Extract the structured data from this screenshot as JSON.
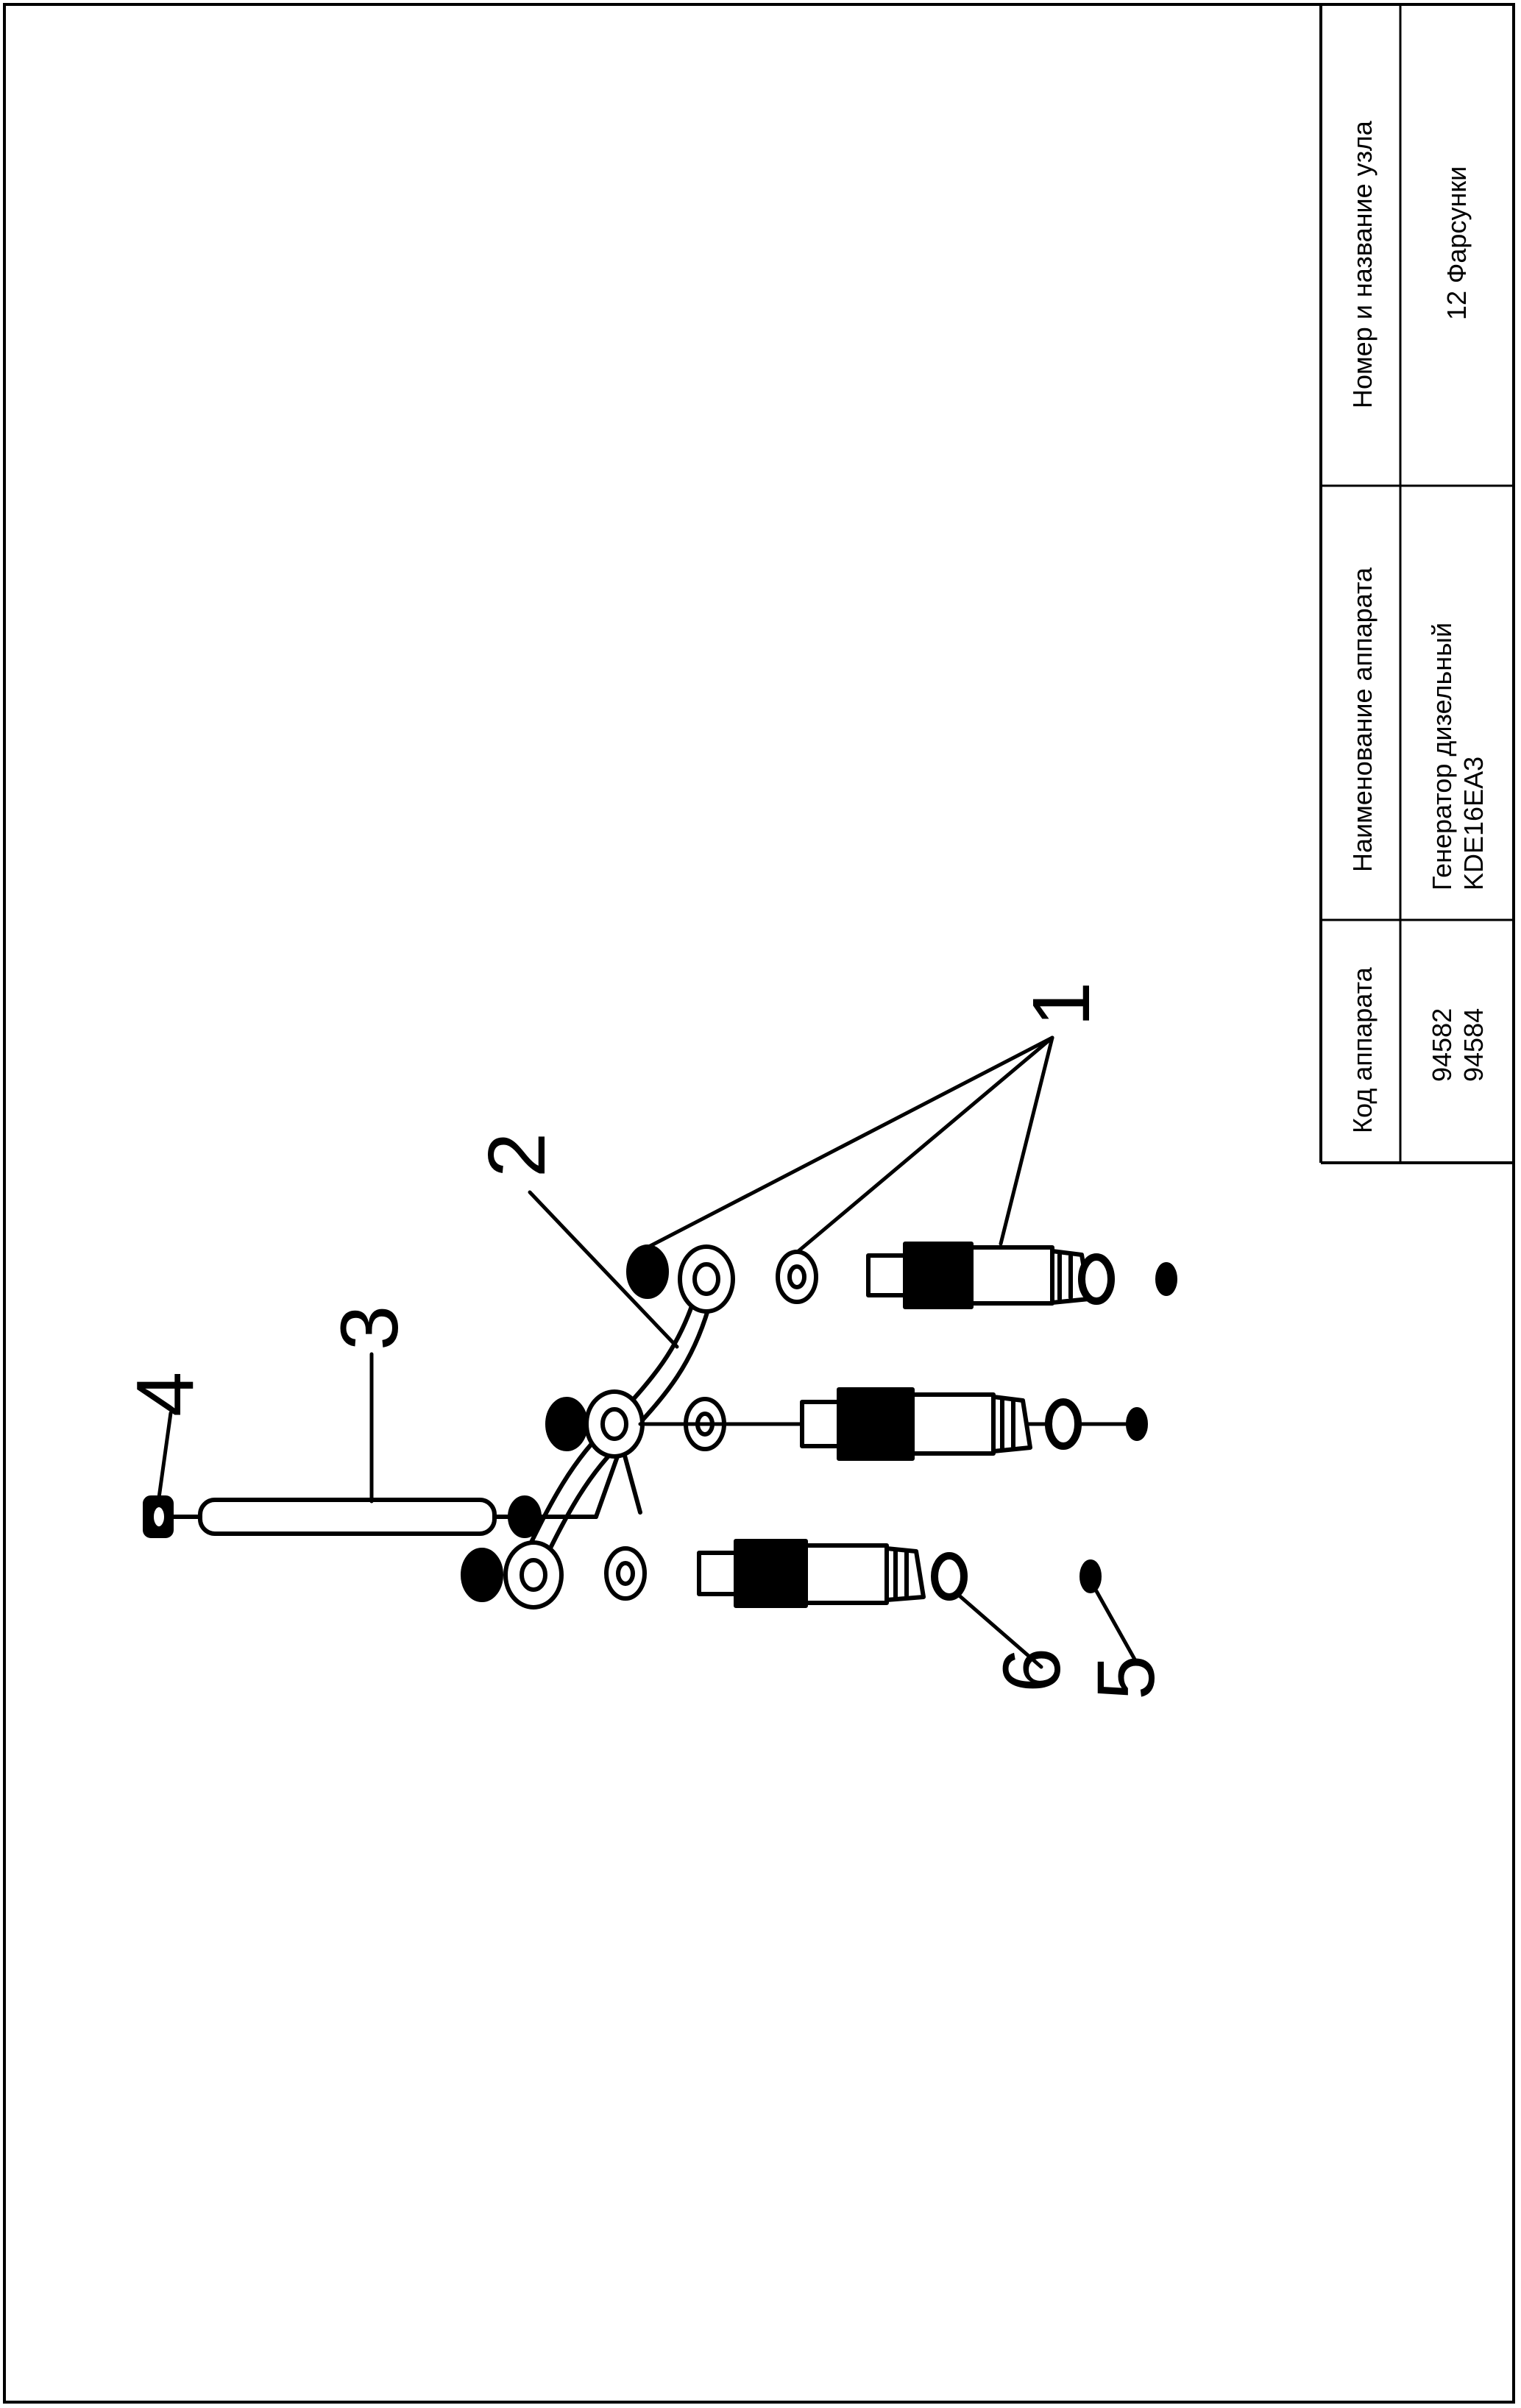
{
  "table": {
    "col1": {
      "header": "Код аппарата",
      "lines": [
        "94582",
        "94584"
      ]
    },
    "col2": {
      "header": "Наименование аппарата",
      "lines": [
        "Генератор дизельный",
        "KDE16EA3"
      ]
    },
    "col3": {
      "header": "Номер и название узла",
      "lines": [
        "12 Фарсунки"
      ]
    }
  },
  "diagram": {
    "callouts": [
      "1",
      "2",
      "3",
      "4",
      "5",
      "6"
    ]
  },
  "colors": {
    "ink": "#000000",
    "paper": "#ffffff"
  }
}
